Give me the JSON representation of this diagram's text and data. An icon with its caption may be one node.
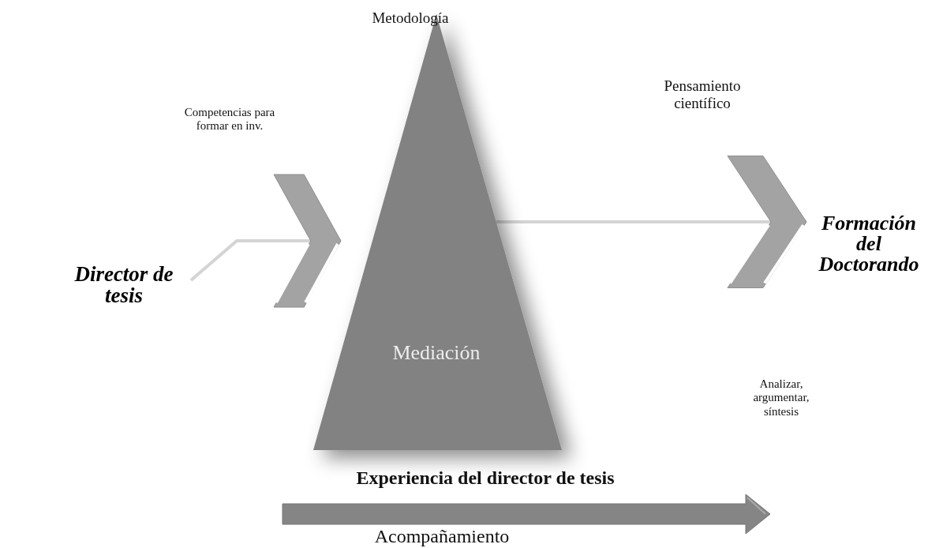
{
  "diagram": {
    "nodes": [
      {
        "text": [
          "Director de tesis"
        ]
      },
      {
        "text": [
          "Mediación"
        ]
      },
      {
        "text": [
          "Formación del Doctorando"
        ]
      }
    ],
    "edges": [
      {
        "from": 0,
        "to": 1,
        "arrow": "to"
      },
      {
        "from": 1,
        "to": 2,
        "arrow": "to"
      }
    ],
    "labels": [
      "Metodología",
      "Competencias para formar en inv.",
      "Pensamiento científico",
      "Analizar, argumentar, síntesis",
      "Experiencia del director de tesis",
      "Acompañamiento"
    ]
  }
}
